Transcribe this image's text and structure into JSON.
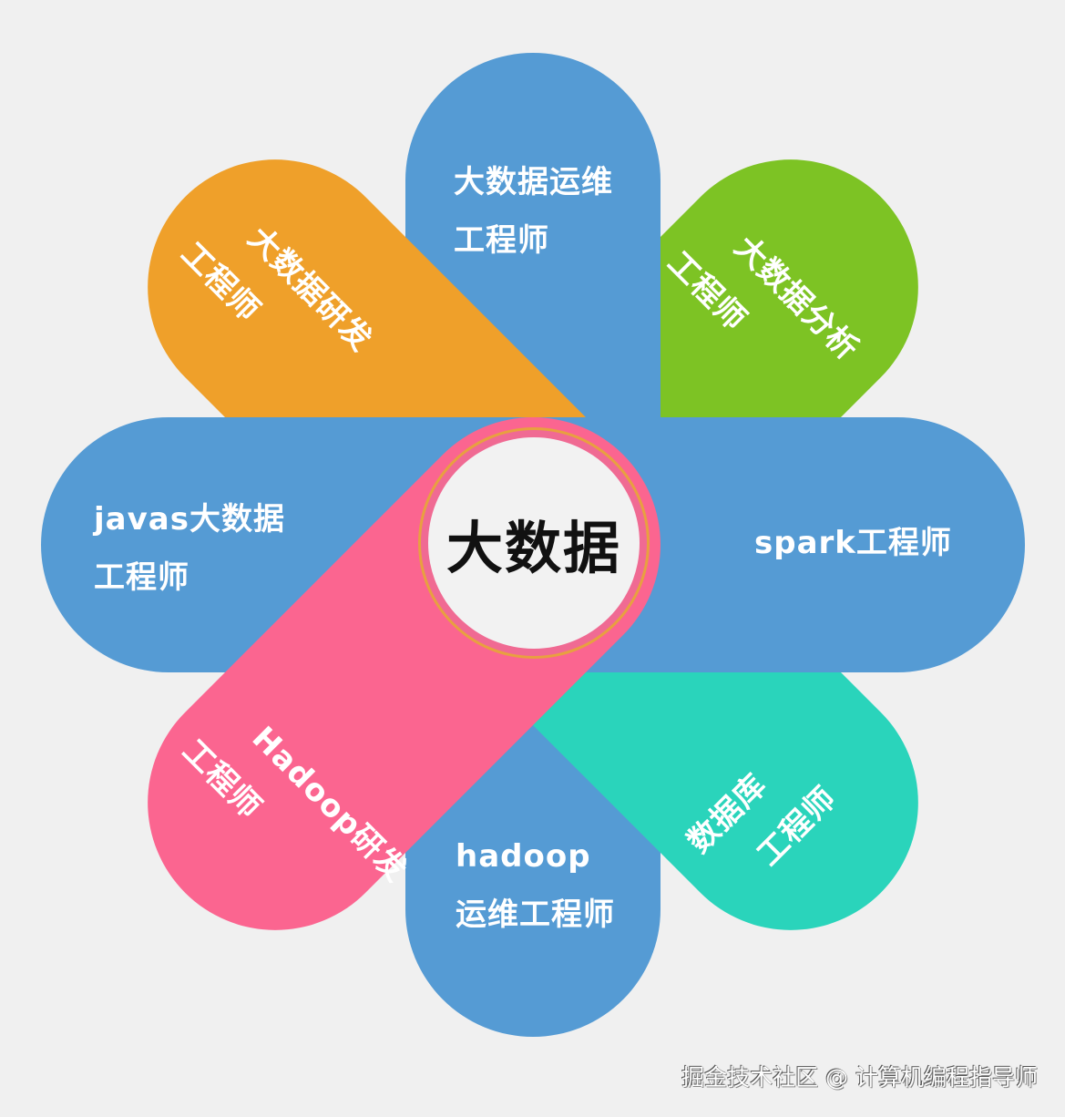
{
  "center": {
    "label": "大数据",
    "fill": "#f2f2f2",
    "ring": "#f06a93"
  },
  "petals": [
    {
      "id": "green",
      "angle": 45,
      "color": "#7dc324",
      "line1": "大数据分析",
      "line2": "工程师"
    },
    {
      "id": "top",
      "angle": 0,
      "color": "#559bd4",
      "line1": "大数据运维",
      "line2": "工程师"
    },
    {
      "id": "orange",
      "angle": -45,
      "color": "#efa02a",
      "line1": "大数据研发",
      "line2": "工程师"
    },
    {
      "id": "left",
      "angle": -90,
      "color": "#559bd4",
      "line1": "javas大数据",
      "line2": "工程师"
    },
    {
      "id": "bottom",
      "angle": 180,
      "color": "#559bd4",
      "line1": "hadoop",
      "line2": "运维工程师"
    },
    {
      "id": "teal",
      "angle": 135,
      "color": "#2ad4bb",
      "line1": "数据库",
      "line2": "工程师"
    },
    {
      "id": "right",
      "angle": 90,
      "color": "#559bd4",
      "line1": "spark工程师",
      "line2": ""
    },
    {
      "id": "pink",
      "angle": -135,
      "color": "#fb6590",
      "line1": "Hadoop研发",
      "line2": "工程师"
    }
  ],
  "watermark": "掘金技术社区 @ 计算机编程指导师"
}
